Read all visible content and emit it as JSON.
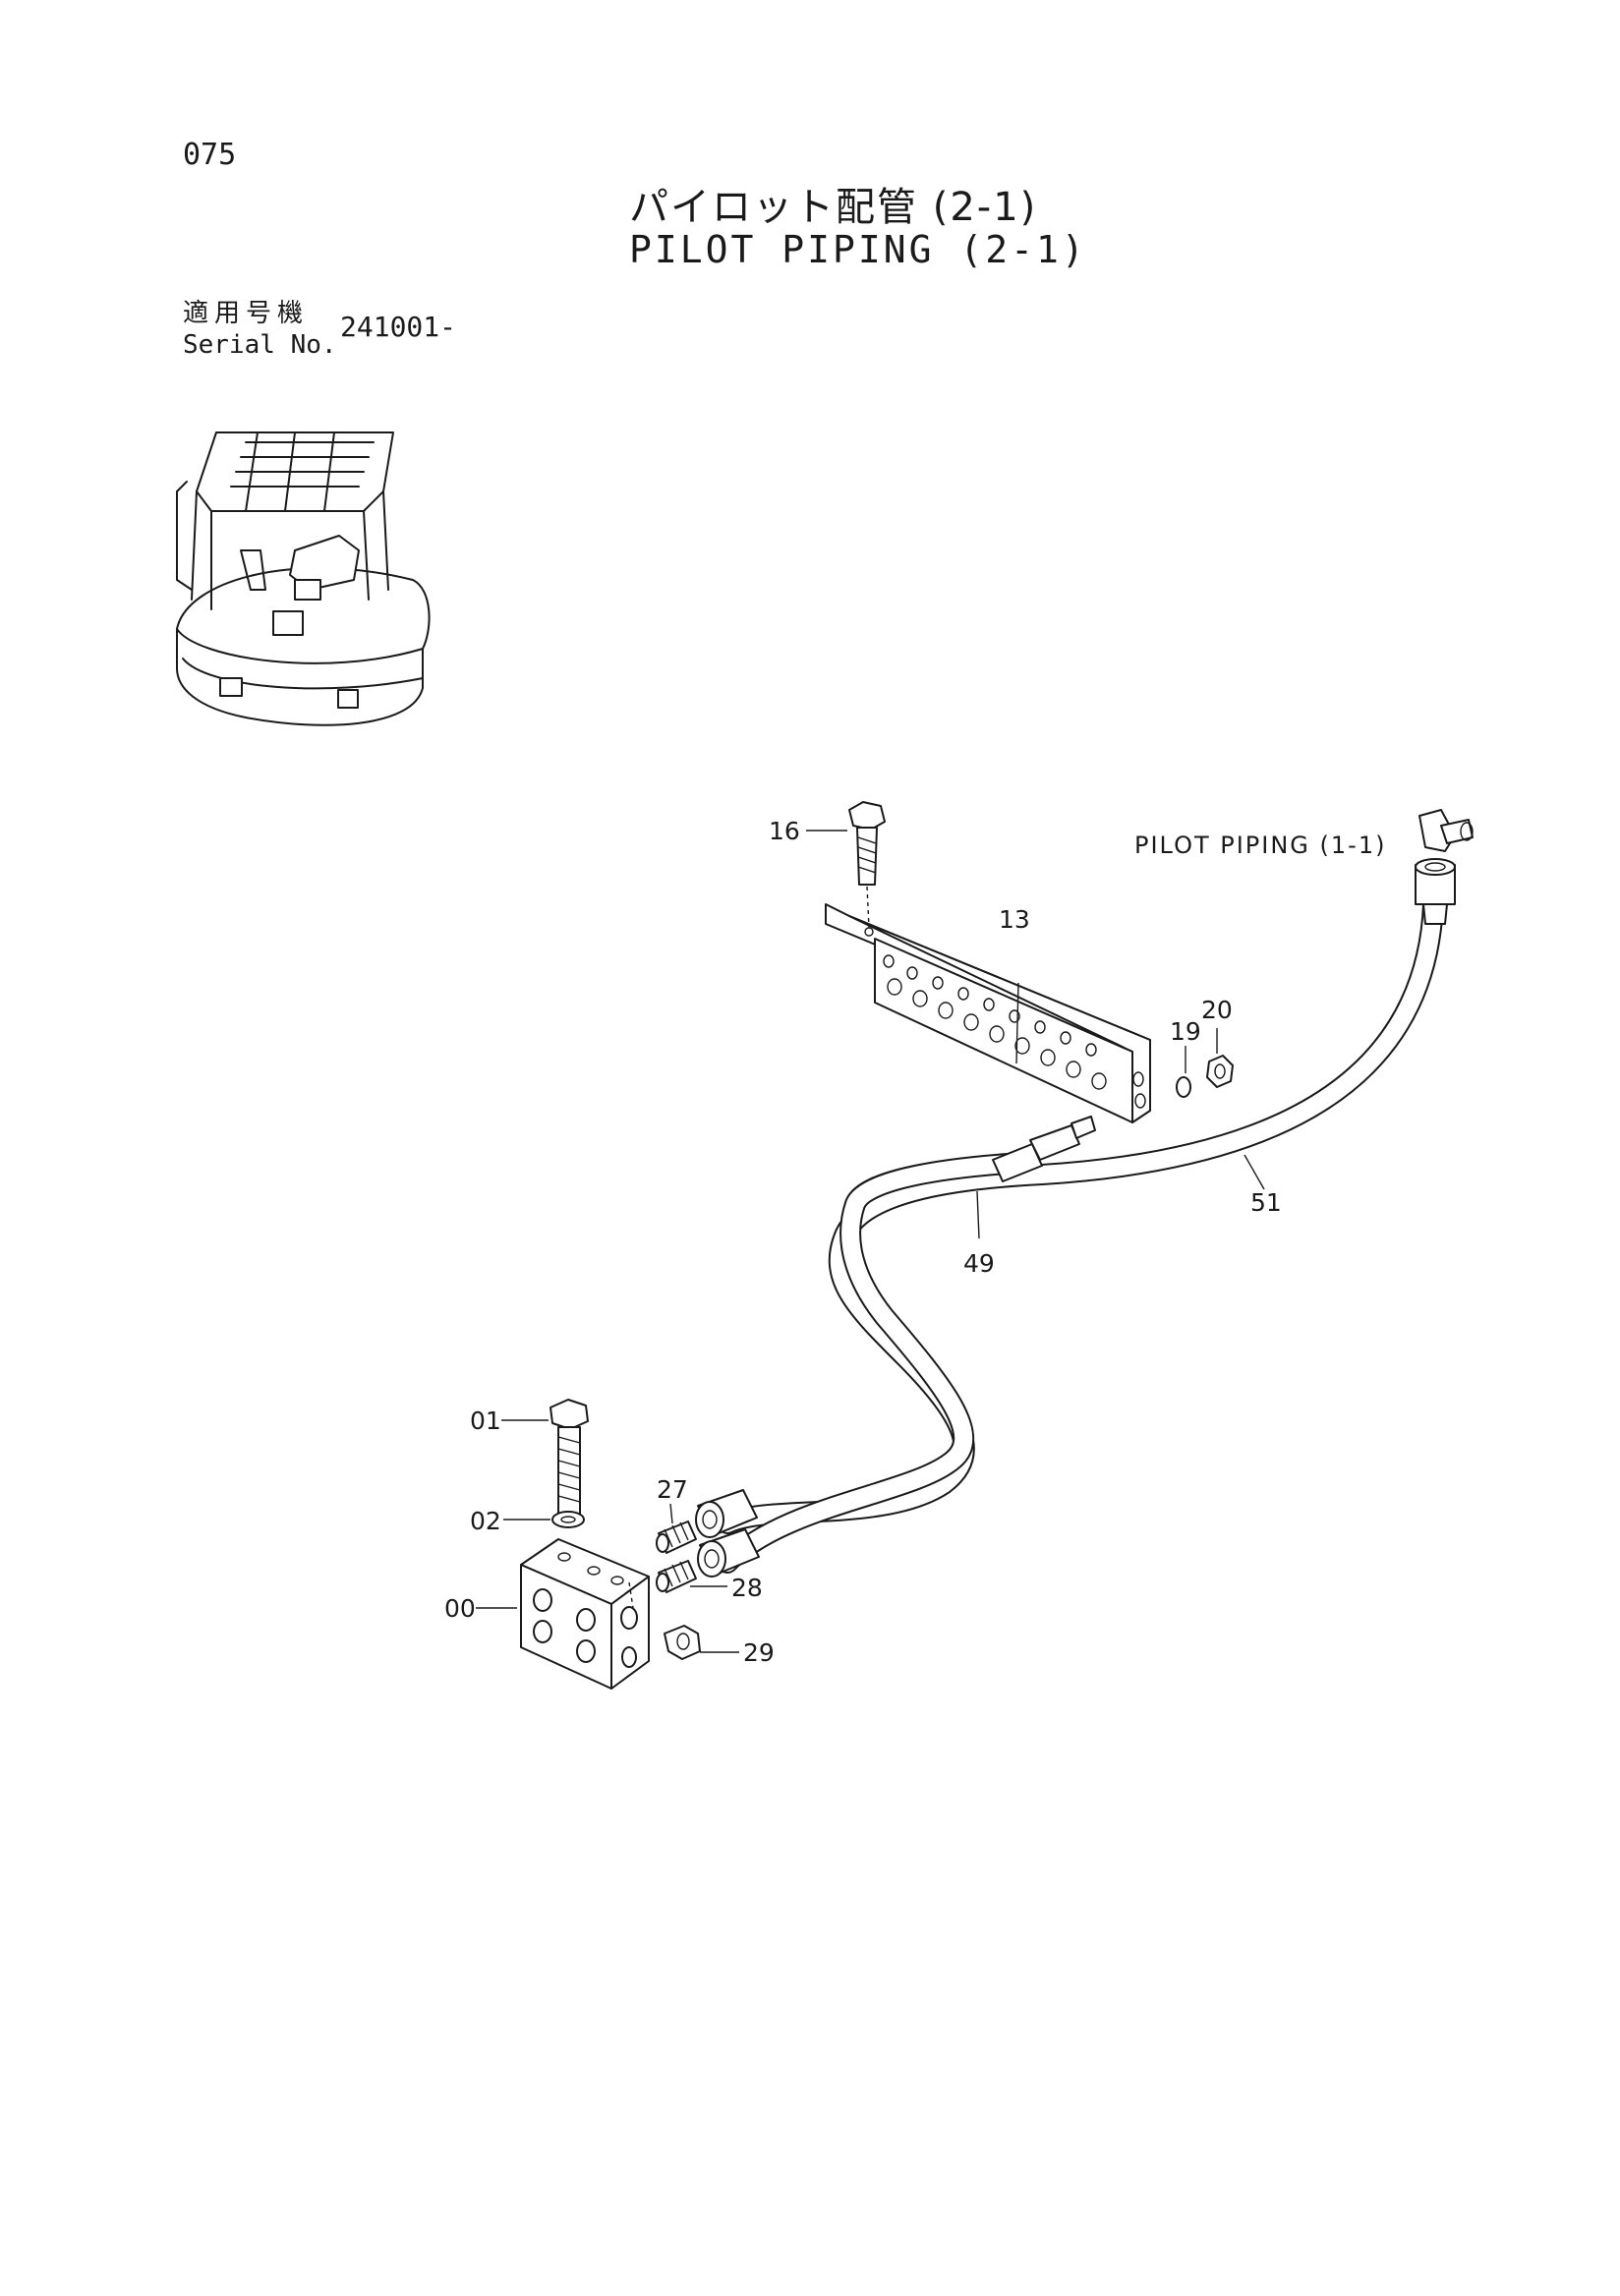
{
  "page": {
    "number": "075",
    "title_jp": "パイロット配管 (2-1)",
    "title_en": "PILOT PIPING (2-1)",
    "serial_label_jp": "適用号機",
    "serial_label_en": "Serial No.",
    "serial_value": "241001-"
  },
  "diagram": {
    "reference_note": "PILOT PIPING (1-1)",
    "callouts": [
      "16",
      "13",
      "20",
      "19",
      "51",
      "49",
      "01",
      "02",
      "00",
      "27",
      "28",
      "29"
    ]
  }
}
